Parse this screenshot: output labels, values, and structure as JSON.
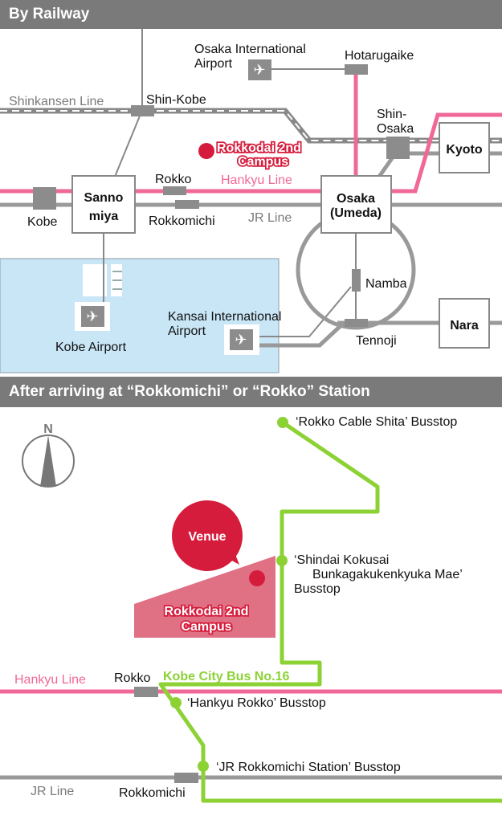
{
  "sections": {
    "railway_title": "By Railway",
    "local_title": "After arriving at “Rokkomichi” or “Rokko” Station"
  },
  "colors": {
    "header_bg": "#7a7a7a",
    "hankyu": "#f06898",
    "jr": "#8c8c8c",
    "bus": "#8cd235",
    "venue_red": "#d61c3c",
    "campus_pink": "#e07084",
    "sea": "#c9e6f7"
  },
  "railway": {
    "lines": {
      "shinkansen": "Shinkansen Line",
      "hankyu": "Hankyu Line",
      "jr": "JR Line"
    },
    "stations": {
      "shin_kobe": "Shin-Kobe",
      "kobe": "Kobe",
      "sannomiya_1": "Sanno",
      "sannomiya_2": "miya",
      "rokko": "Rokko",
      "rokkomichi": "Rokkomichi",
      "osaka_1": "Osaka",
      "osaka_2": "(Umeda)",
      "shin_osaka_1": "Shin-",
      "shin_osaka_2": "Osaka",
      "kyoto": "Kyoto",
      "hotarugaike": "Hotarugaike",
      "namba": "Namba",
      "tennoji": "Tennoji",
      "nara": "Nara"
    },
    "airports": {
      "osaka_intl_1": "Osaka International",
      "osaka_intl_2": "Airport",
      "kobe": "Kobe Airport",
      "kansai_1": "Kansai International",
      "kansai_2": "Airport"
    },
    "campus_1": "Rokkodai 2nd",
    "campus_2": "Campus"
  },
  "local": {
    "compass": "N",
    "venue": "Venue",
    "campus_1": "Rokkodai 2nd",
    "campus_2": "Campus",
    "hankyu_line": "Hankyu Line",
    "jr_line": "JR Line",
    "rokko": "Rokko",
    "rokkomichi": "Rokkomichi",
    "bus_route": "Kobe City Bus No.16",
    "busstops": {
      "cable_shita": "‘Rokko Cable Shita’ Busstop",
      "shindai_1": "‘Shindai Kokusai",
      "shindai_2": "Bunkagakukenkyuka Mae’",
      "shindai_3": "Busstop",
      "hankyu_rokko": "‘Hankyu Rokko’ Busstop",
      "jr_rokkomichi": "‘JR Rokkomichi Station’ Busstop"
    }
  }
}
